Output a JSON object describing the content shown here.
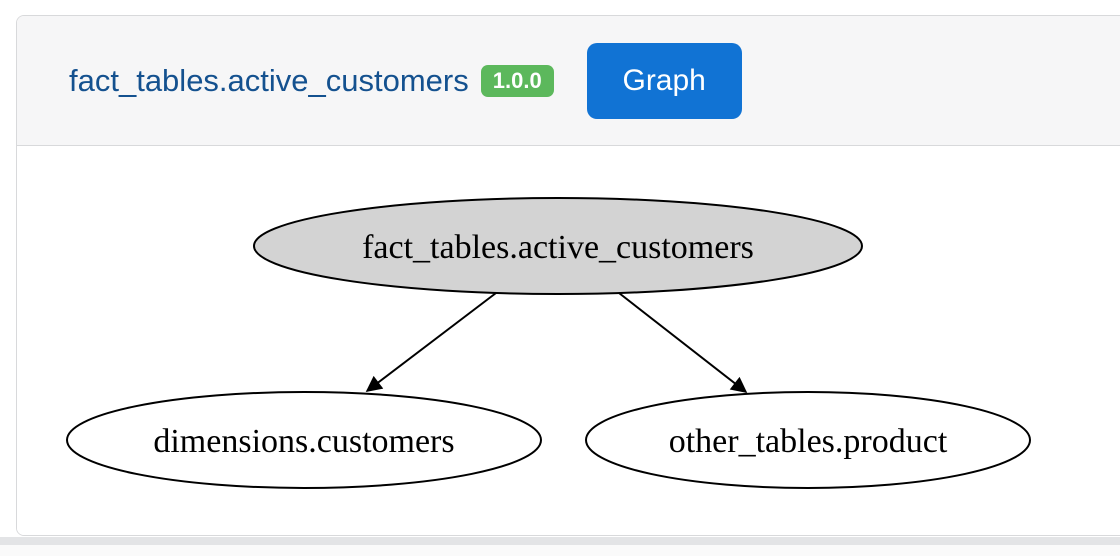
{
  "header": {
    "title": "fact_tables.active_customers",
    "version_badge": "1.0.0",
    "graph_button_label": "Graph"
  },
  "graph": {
    "nodes": [
      {
        "id": "fact_tables.active_customers",
        "label": "fact_tables.active_customers",
        "fill": "#d3d3d3",
        "highlighted": true
      },
      {
        "id": "dimensions.customers",
        "label": "dimensions.customers",
        "fill": "#ffffff",
        "highlighted": false
      },
      {
        "id": "other_tables.product",
        "label": "other_tables.product",
        "fill": "#ffffff",
        "highlighted": false
      }
    ],
    "edges": [
      {
        "from": "fact_tables.active_customers",
        "to": "dimensions.customers"
      },
      {
        "from": "fact_tables.active_customers",
        "to": "other_tables.product"
      }
    ]
  },
  "colors": {
    "title_text": "#14518f",
    "badge_green": "#5cb85c",
    "button_blue": "#1173d4",
    "header_bg": "#f6f6f7",
    "card_border": "#d8d9db",
    "node_highlight_fill": "#d3d3d3",
    "node_default_fill": "#ffffff",
    "edge_stroke": "#000000"
  }
}
